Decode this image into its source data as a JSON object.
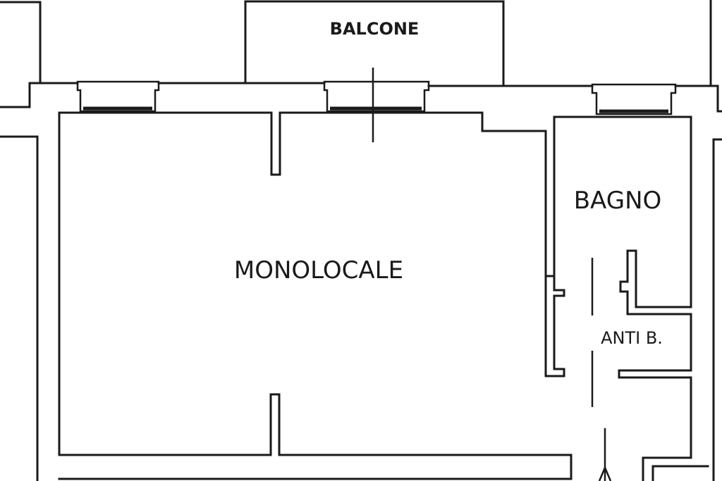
{
  "rooms": {
    "balcone": "BALCONE",
    "monolocale": "MONOLOCALE",
    "bagno": "BAGNO",
    "anti_bagno": "ANTI B."
  }
}
